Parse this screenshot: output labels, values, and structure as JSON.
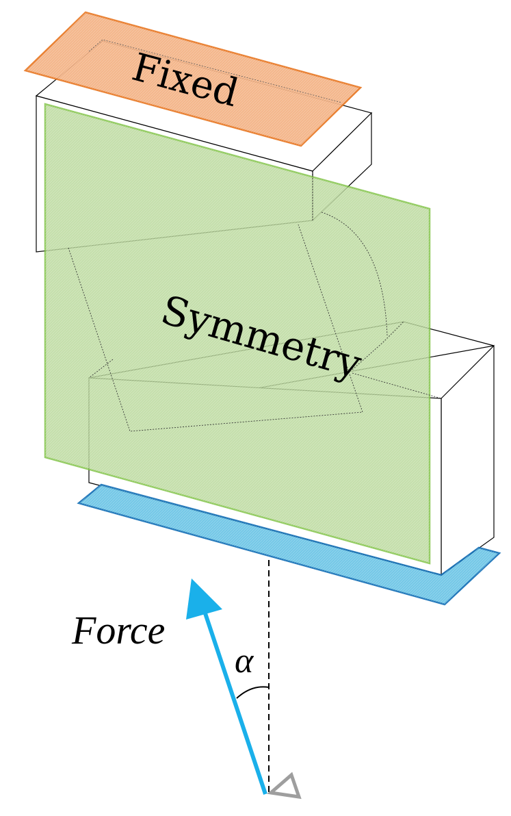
{
  "labels": {
    "fixed": "Fixed",
    "symmetry": "Symmetry",
    "force": "Force",
    "angle": "α"
  },
  "colors": {
    "fixed_plane": "#f4b183",
    "fixed_edge": "#e87722",
    "symmetry_plane": "#b9d89a",
    "symmetry_edge": "#7dc142",
    "bottom_plate": "#6ec6e6",
    "bottom_edge": "#1a73b8",
    "force_arrow": "#1ab0ea",
    "support": "#9e9e9e",
    "block_edge": "#000000"
  },
  "icons": {
    "support": "triangle-support-icon",
    "force": "arrow-icon",
    "angle": "arc-icon"
  }
}
